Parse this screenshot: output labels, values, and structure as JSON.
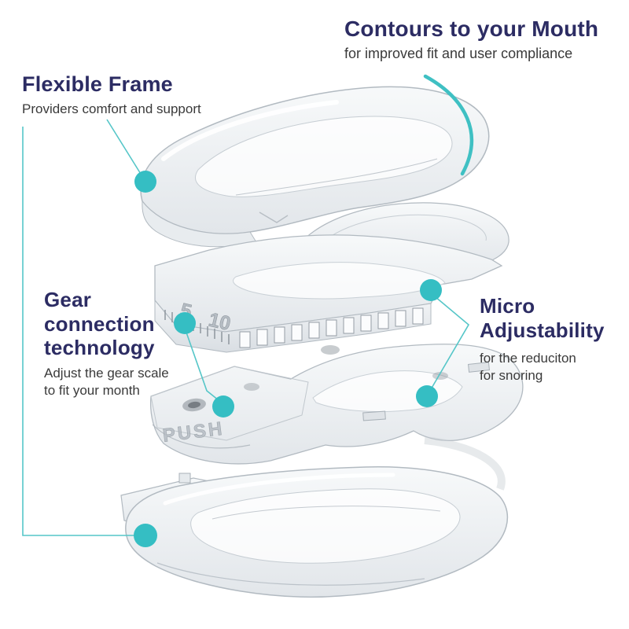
{
  "image_type": "product-infographic",
  "subject": "anti-snoring mouthguard exploded view with four stacked clear layers",
  "colors": {
    "background": "#ffffff",
    "accent_teal": "#35bec3",
    "leader_line_teal": "#55c6c8",
    "heading_navy": "#2c2c63",
    "body_text": "#3a3a3a",
    "plastic_stroke": "#b2bac1"
  },
  "callouts": {
    "contours": {
      "title": "Contours to your Mouth",
      "subtitle": "for improved fit and user compliance"
    },
    "flexible_frame": {
      "title": "Flexible Frame",
      "subtitle": "Providers comfort and support"
    },
    "gear_connection": {
      "title": "Gear\nconnection\ntechnology",
      "subtitle": "Adjust the gear scale\nto fit your month"
    },
    "micro_adjustability": {
      "title": "Micro\nAdjustability",
      "subtitle": "for the reduciton\nfor snoring"
    }
  },
  "device": {
    "gear_scale_labels": [
      "5",
      "10"
    ],
    "embossed_text": "PUSH",
    "layers": [
      "top tray (flexible frame)",
      "gear plate with ratchet scale",
      "adjustment plate (push)",
      "bottom tray"
    ]
  },
  "icons": {
    "callout_marker": "teal-dot",
    "leader": "thin-teal-line",
    "contours_leader": "teal-crescent-arc"
  }
}
